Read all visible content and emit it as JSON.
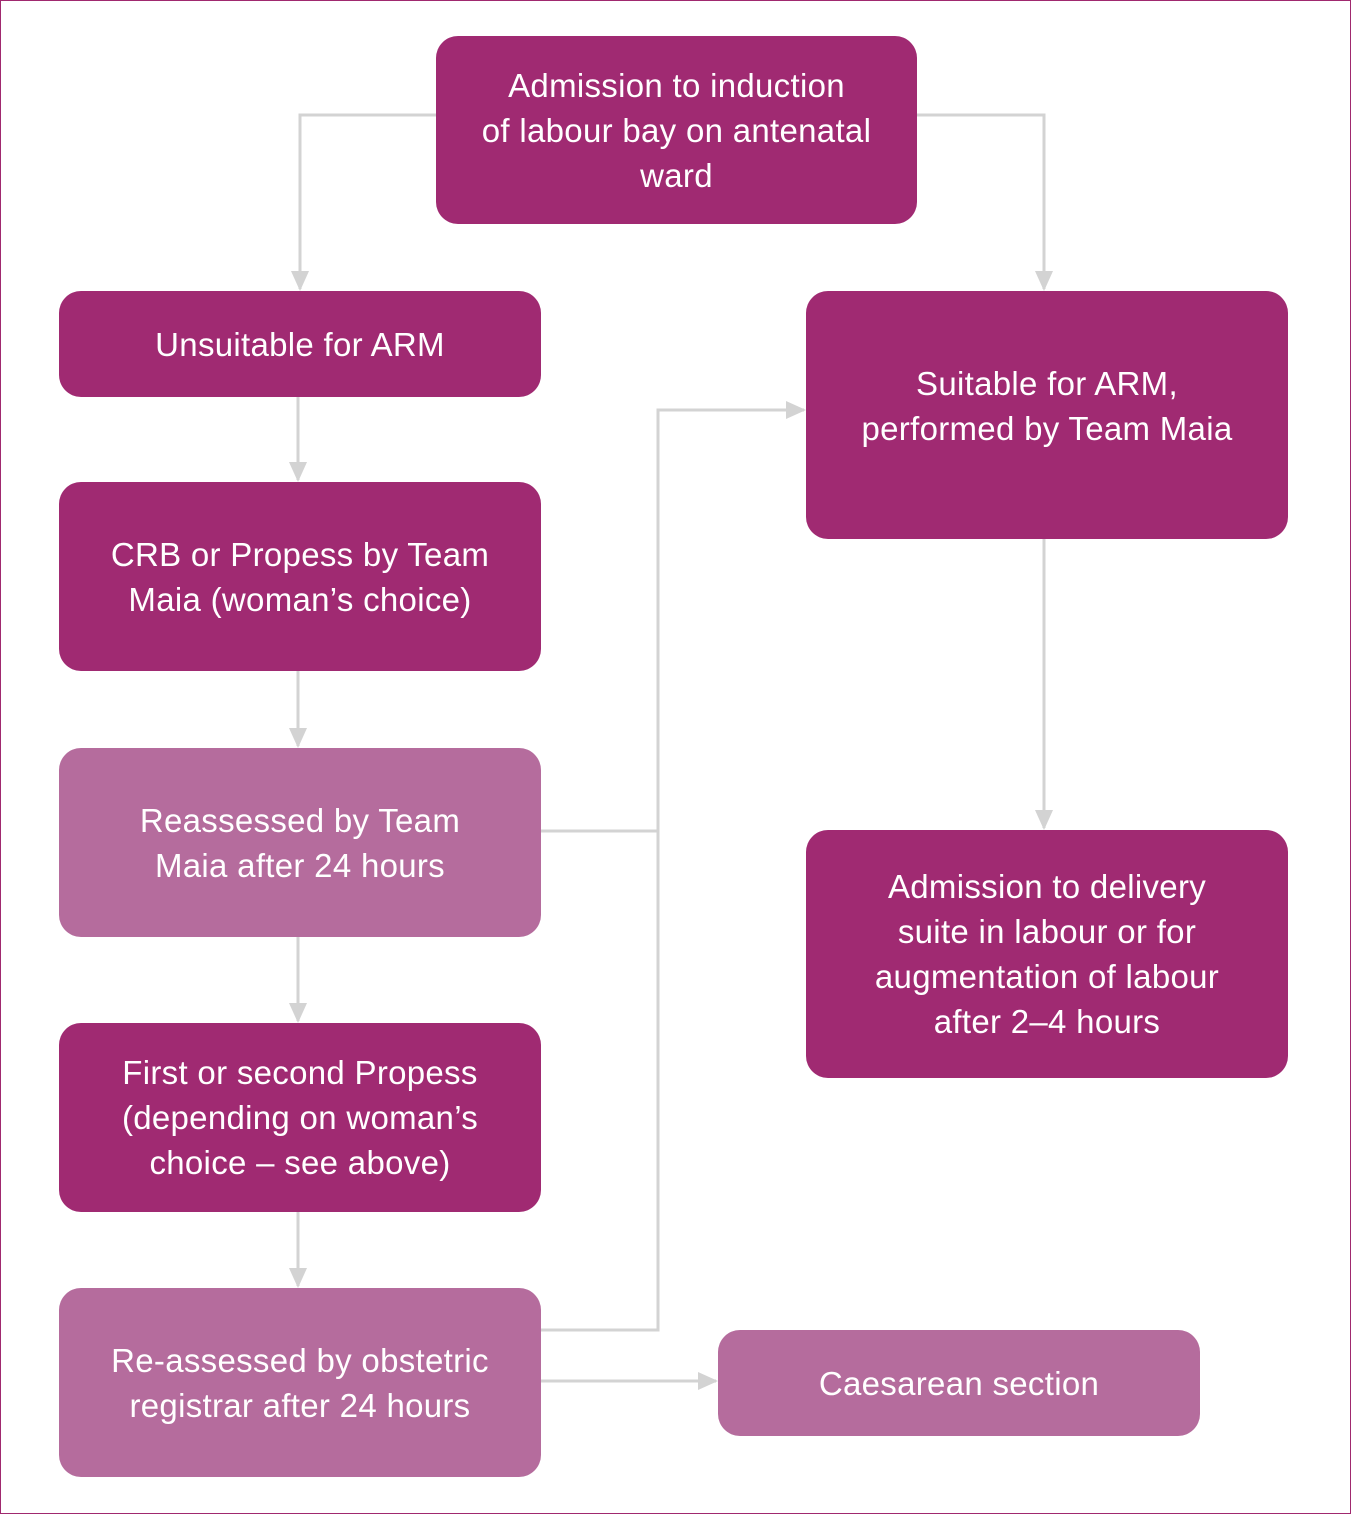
{
  "colors": {
    "primary_box": "#a02a72",
    "secondary_box": "#b56c9d",
    "connector": "#d3d3d3",
    "border": "#a0296f"
  },
  "nodes": {
    "admission_ward": "Admission to induction\nof labour bay on antenatal\nward",
    "unsuitable_arm": "Unsuitable for ARM",
    "crb_propess": "CRB or Propess by Team\nMaia (woman’s choice)",
    "reassessed_24h": "Reassessed by Team\nMaia after 24 hours",
    "first_second_propess": "First or second Propess\n(depending on woman’s\nchoice – see above)",
    "reassessed_registrar": "Re-assessed by obstetric\nregistrar after 24 hours",
    "suitable_arm": "Suitable for ARM,\nperformed by Team Maia",
    "admission_delivery": "Admission to delivery\nsuite in labour or for\naugmentation of labour\nafter 2–4 hours",
    "caesarean": "Caesarean section"
  }
}
